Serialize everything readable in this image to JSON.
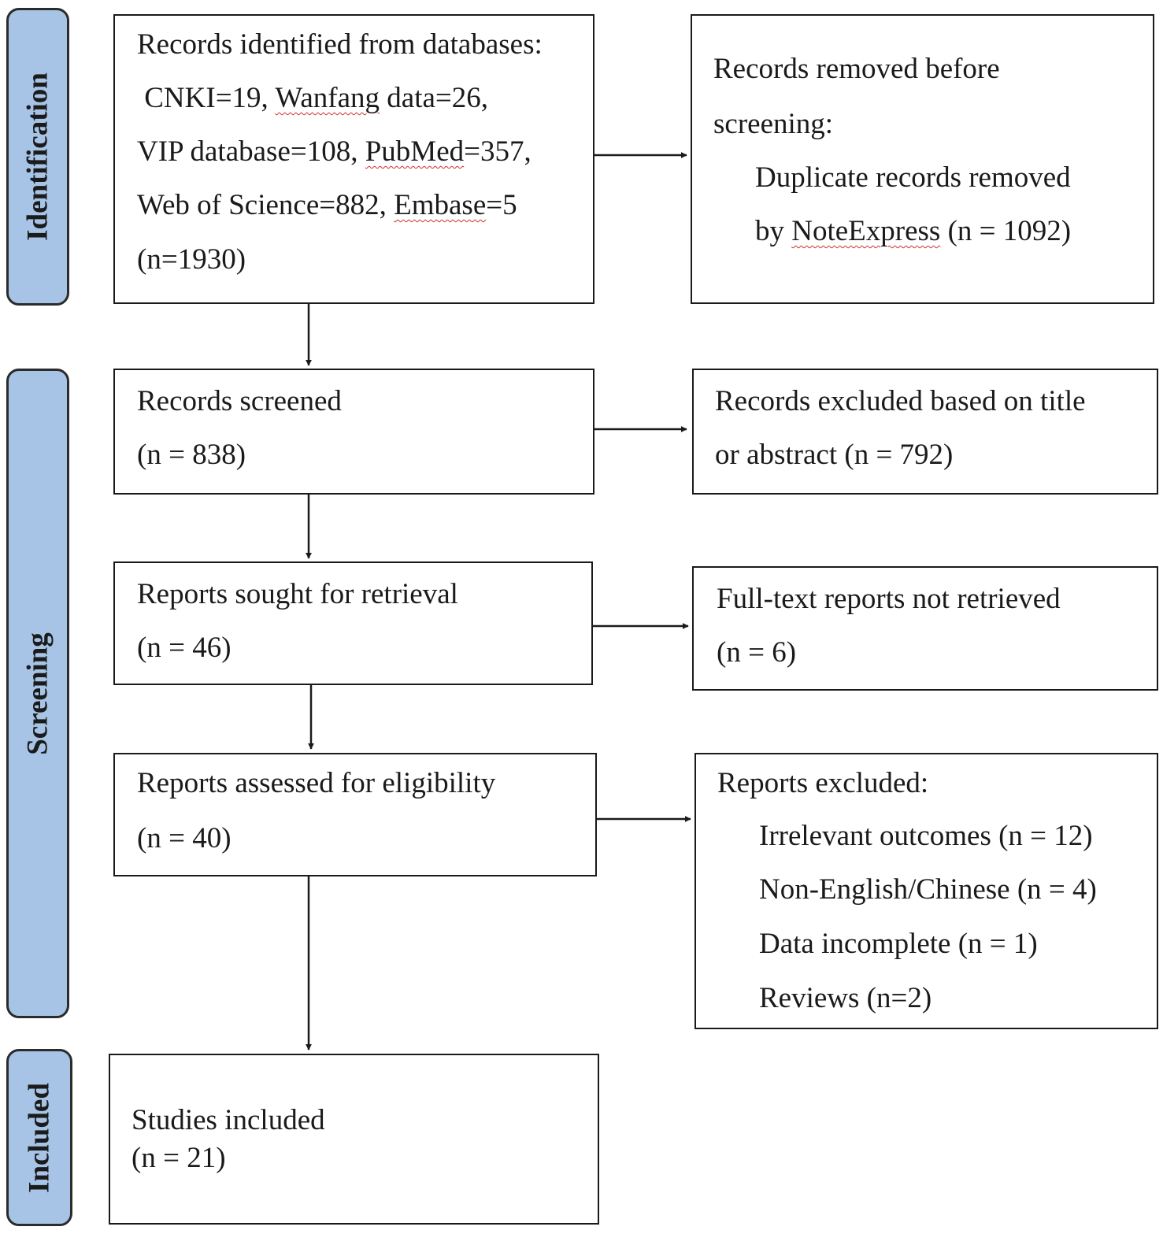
{
  "phases": {
    "identification": "Identification",
    "screening": "Screening",
    "included": "Included"
  },
  "identified": {
    "line1": "Records identified from databases:",
    "cnki": " CNKI=19, ",
    "wanfang": "Wanfang",
    "wanfang_rest": " data=26,",
    "vip": "VIP database=108, ",
    "pubmed": "PubMed",
    "pubmed_rest": "=357,",
    "wos": "Web of Science=882, ",
    "embase": "Embase",
    "embase_rest": "=5",
    "total": "(n=1930)"
  },
  "removed": {
    "line1": "Records removed before",
    "line2": "screening:",
    "line3": "Duplicate records removed",
    "line4_pre": "by ",
    "line4_tool": "NoteExpress",
    "line4_post": " (n = 1092)"
  },
  "screened": {
    "label": "Records screened",
    "count": "(n = 838)"
  },
  "excluded_title": {
    "line1": "Records excluded based on title",
    "line2": "or abstract (n = 792)"
  },
  "sought": {
    "label": "Reports sought for retrieval",
    "count": "(n = 46)"
  },
  "not_retrieved": {
    "label": "Full-text reports not retrieved",
    "count": "(n = 6)"
  },
  "assessed": {
    "label": "Reports assessed for eligibility",
    "count": "(n = 40)"
  },
  "reports_excluded": {
    "title": "Reports excluded:",
    "reasons": [
      "Irrelevant outcomes (n = 12)",
      "Non-English/Chinese (n = 4)",
      "Data incomplete (n = 1)",
      "Reviews (n=2)"
    ]
  },
  "included": {
    "label": "Studies included",
    "count": "(n = 21)"
  }
}
